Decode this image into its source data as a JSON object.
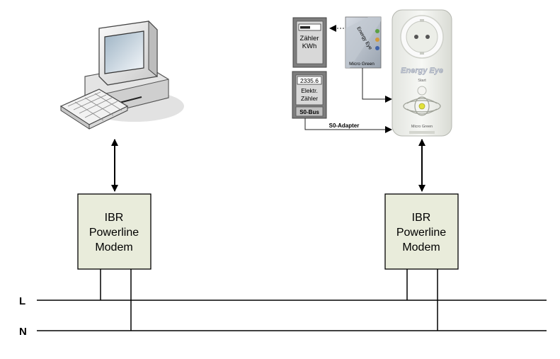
{
  "modem_left": {
    "line1": "IBR",
    "line2": "Powerline",
    "line3": "Modem"
  },
  "modem_right": {
    "line1": "IBR",
    "line2": "Powerline",
    "line3": "Modem"
  },
  "bus_labels": {
    "L": "L",
    "N": "N"
  },
  "meter_kwh": {
    "line1": "Zähler",
    "line2": "KWh"
  },
  "meter_elektr": {
    "reading": "2335.6",
    "line1": "Elektr.",
    "line2": "Zähler",
    "bus": "S0-Bus"
  },
  "adapter_label": "S0-Adapter",
  "energy_eye_card": {
    "title": "Energy Eye",
    "brand": "Micro Green"
  },
  "plug_device": {
    "title": "Energy Eye",
    "subtitle": "Start",
    "brand": "Micro Green"
  },
  "colors": {
    "modem_fill": "#e9ecdb",
    "line": "#000000",
    "plug_body": "#f0f1ed"
  }
}
